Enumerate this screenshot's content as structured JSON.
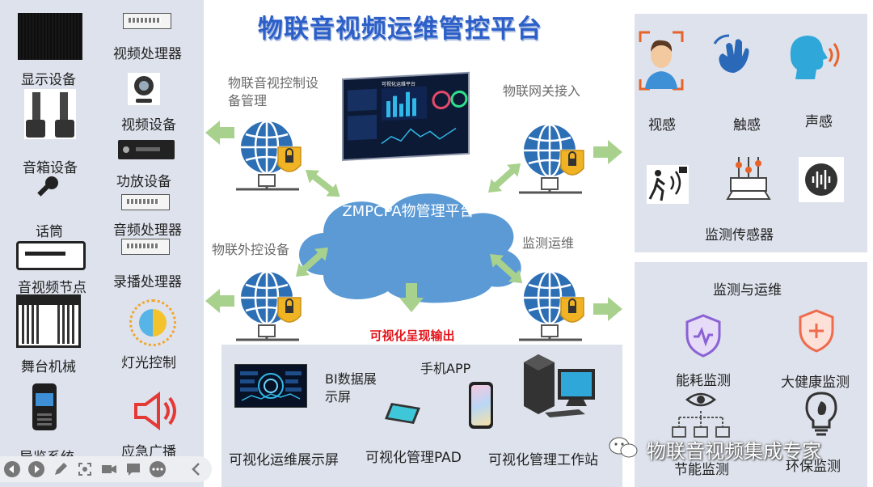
{
  "title": "物联音视频运维管控平台",
  "left_devices": [
    {
      "label": "显示设备",
      "icon": "display-panel-icon"
    },
    {
      "label": "视频处理器",
      "icon": "video-processor-icon"
    },
    {
      "label": "视频设备",
      "icon": "webcam-icon"
    },
    {
      "label": "音箱设备",
      "icon": "speaker-icon"
    },
    {
      "label": "功放设备",
      "icon": "amplifier-icon"
    },
    {
      "label": "话筒",
      "icon": "microphone-icon"
    },
    {
      "label": "音频处理器",
      "icon": "audio-processor-icon"
    },
    {
      "label": "音视频节点",
      "icon": "av-node-icon"
    },
    {
      "label": "录播处理器",
      "icon": "recorder-icon"
    },
    {
      "label": "舞台机械",
      "icon": "stage-curtain-icon"
    },
    {
      "label": "灯光控制",
      "icon": "lighting-icon"
    },
    {
      "label": "导览系统",
      "icon": "guide-device-icon"
    },
    {
      "label": "应急广播",
      "icon": "broadcast-speaker-icon"
    }
  ],
  "hub": {
    "cloud_label": "ZMPCPA物管理平台",
    "node_top_left": "物联音视控制设备管理",
    "node_top_right": "物联网关接入",
    "node_bottom_left": "物联外控设备",
    "node_bottom_right": "监测运维",
    "output_label": "可视化呈现输出",
    "screen_title": "可视化运维平台"
  },
  "sensors": {
    "items": [
      {
        "label": "视感",
        "icon": "face-scan-icon"
      },
      {
        "label": "触感",
        "icon": "hand-touch-icon"
      },
      {
        "label": "声感",
        "icon": "voice-head-icon"
      }
    ],
    "label": "监测传感器"
  },
  "monitoring": {
    "title": "监测与运维",
    "items": [
      {
        "label": "能耗监测",
        "icon": "energy-shield-icon"
      },
      {
        "label": "大健康监测",
        "icon": "health-shield-icon"
      },
      {
        "label": "节能监测",
        "icon": "eye-network-icon"
      },
      {
        "label": "环保监测",
        "icon": "eco-bulb-icon"
      }
    ]
  },
  "visual": {
    "bi_label": "BI数据展示屏",
    "phone_app_label": "手机APP",
    "items": [
      {
        "label": "可视化运维展示屏"
      },
      {
        "label": "可视化管理PAD"
      },
      {
        "label": "可视化管理工作站"
      }
    ]
  },
  "watermark": "物联音视频集成专家",
  "colors": {
    "panel": "#dde2ec",
    "title": "#2c5fc8",
    "cloud": "#5b9ad5",
    "arrow": "#a9d18e",
    "output": "#e4141a",
    "globe": "#2d6fb5",
    "lock": "#f0b323"
  }
}
